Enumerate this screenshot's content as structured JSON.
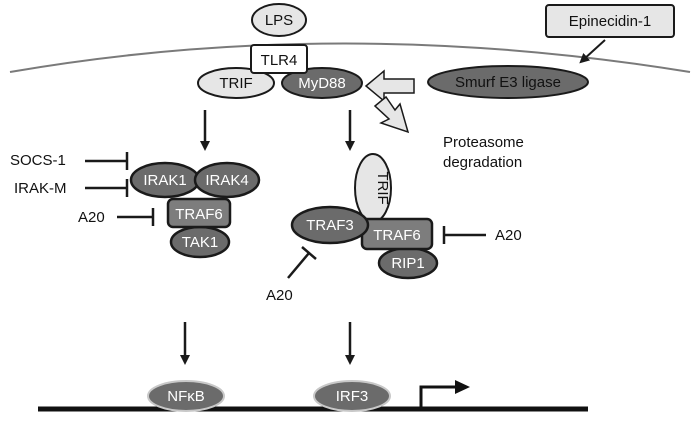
{
  "nodes": {
    "lps": "LPS",
    "tlr4": "TLR4",
    "trif": "TRIF",
    "myd88": "MyD88",
    "epinecidin": "Epinecidin-1",
    "smurf": "Smurf E3 ligase",
    "irak1": "IRAK1",
    "irak4": "IRAK4",
    "traf6_left": "TRAF6",
    "tak1": "TAK1",
    "trif_vertical": "TRIF",
    "traf3": "TRAF3",
    "traf6_right": "TRAF6",
    "rip1": "RIP1",
    "nfkb": "NFκB",
    "irf3": "IRF3"
  },
  "labels": {
    "proteasome_line1": "Proteasome",
    "proteasome_line2": "degradation",
    "socs1": "SOCS-1",
    "irakm": "IRAK-M",
    "a20_left": "A20",
    "a20_bottom": "A20",
    "a20_right": "A20"
  },
  "colors": {
    "dark_fill": "#6b6b6b",
    "mid_fill": "#7d7d7d",
    "light_fill": "#e6e6e6",
    "outline": "#1a1a1a"
  }
}
